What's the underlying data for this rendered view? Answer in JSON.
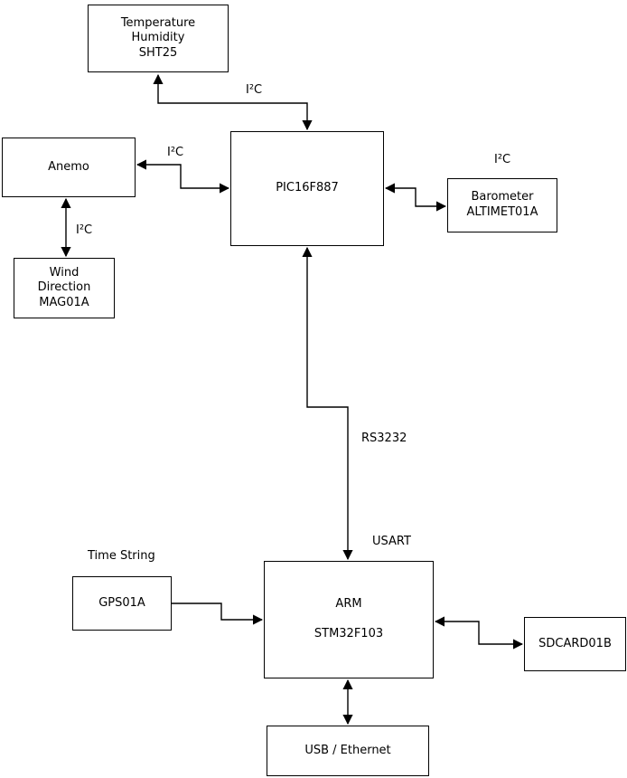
{
  "diagram": {
    "nodes": {
      "sht25": {
        "label": "Temperature\nHumidity\nSHT25"
      },
      "anemo": {
        "label": "Anemo"
      },
      "wind": {
        "label": "Wind\nDirection\nMAG01A"
      },
      "pic": {
        "label": "PIC16F887"
      },
      "barometer": {
        "label": "Barometer\nALTIMET01A"
      },
      "gps": {
        "label": "GPS01A"
      },
      "arm": {
        "label": "ARM\n\nSTM32F103"
      },
      "sdcard": {
        "label": "SDCARD01B"
      },
      "usb_ethernet": {
        "label": "USB / Ethernet"
      }
    },
    "wire_labels": {
      "i2c_sht25": "I²C",
      "i2c_anemo": "I²C",
      "i2c_wind": "I²C",
      "i2c_barometer": "I²C",
      "rs3232": "RS3232",
      "usart": "USART",
      "time_string": "Time String"
    },
    "colors": {
      "line": "#000000",
      "box_border": "#000000",
      "background": "#ffffff",
      "text": "#000000"
    }
  }
}
